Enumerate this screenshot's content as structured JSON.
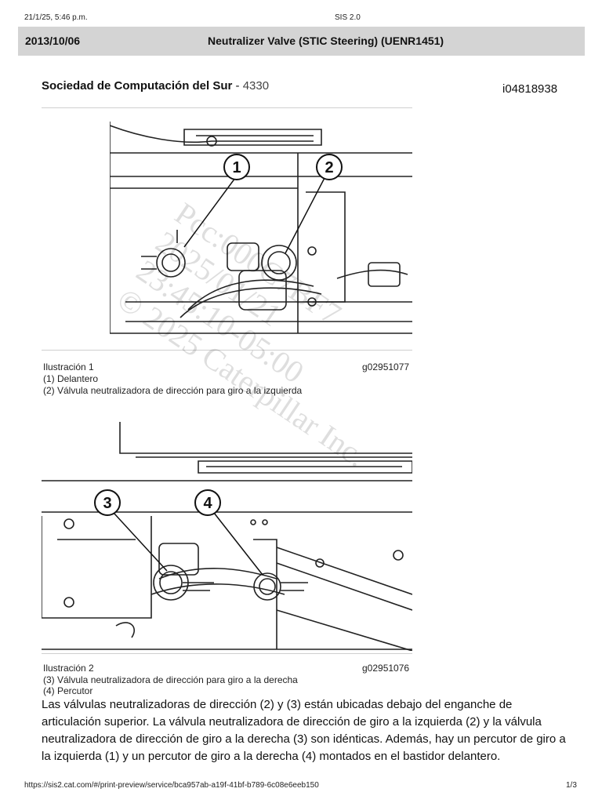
{
  "print_header": {
    "datetime": "21/1/25, 5:46 p.m.",
    "app": "SIS 2.0"
  },
  "header": {
    "date": "2013/10/06",
    "title": "Neutralizer Valve (STIC Steering) (UENR1451)"
  },
  "company": {
    "name": "Sociedad de Computación del Sur",
    "separator": " - ",
    "code": "4330",
    "doc_id": "i04818938"
  },
  "illustrations": [
    {
      "label": "Ilustración 1",
      "graphic_id": "g02951077",
      "callouts": [
        "(1) Delantero",
        "(2) Válvula neutralizadora de dirección para giro a la izquierda"
      ],
      "markers": [
        "1",
        "2"
      ]
    },
    {
      "label": "Ilustración 2",
      "graphic_id": "g02951076",
      "callouts": [
        "(3) Válvula neutralizadora de dirección para giro a la derecha",
        "(4) Percutor"
      ],
      "markers": [
        "3",
        "4"
      ]
    }
  ],
  "body_text": "Las válvulas neutralizadoras de dirección (2) y (3) están ubicadas debajo del enganche de articulación superior. La válvula neutralizadora de dirección de giro a la izquierda (2) y la válvula neutralizadora de dirección de giro a la derecha (3) son idénticas. Además, hay un percutor de giro a la izquierda (1) y un percutor de giro a la derecha (4) montados en el bastidor delantero.",
  "watermark": {
    "text": "Pcc:000C7BF7\n2025/01/21\n23:45:10-05:00\n© 2025 Caterpillar Inc."
  },
  "footer": {
    "url": "https://sis2.cat.com/#/print-preview/service/bca957ab-a19f-41bf-b789-6c08e6eeb150",
    "page": "1/3"
  }
}
